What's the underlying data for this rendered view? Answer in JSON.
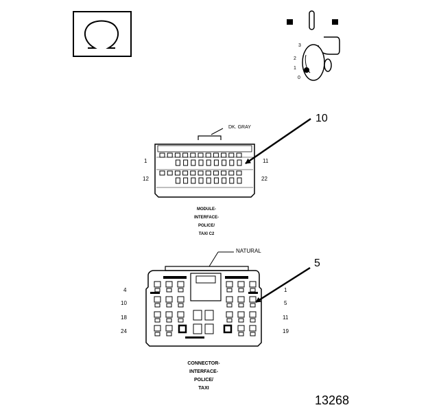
{
  "key_icon": {
    "positions": [
      "3",
      "2",
      "1",
      "0"
    ]
  },
  "connector1": {
    "color_label": "DK. GRAY",
    "callout": "10",
    "pins": {
      "top_left": "1",
      "top_right": "11",
      "bottom_left": "12",
      "bottom_right": "22"
    },
    "caption": [
      "MODULE-",
      "INTERFACE-",
      "POLICE/",
      "TAXI C2"
    ]
  },
  "connector2": {
    "color_label": "NATURAL",
    "callout": "5",
    "pins_left": [
      "4",
      "10",
      "18",
      "24"
    ],
    "pins_right": [
      "1",
      "5",
      "11",
      "19"
    ],
    "caption": [
      "CONNECTOR-",
      "INTERFACE-",
      "POLICE/",
      "TAXI"
    ]
  },
  "figure_number": "13268"
}
